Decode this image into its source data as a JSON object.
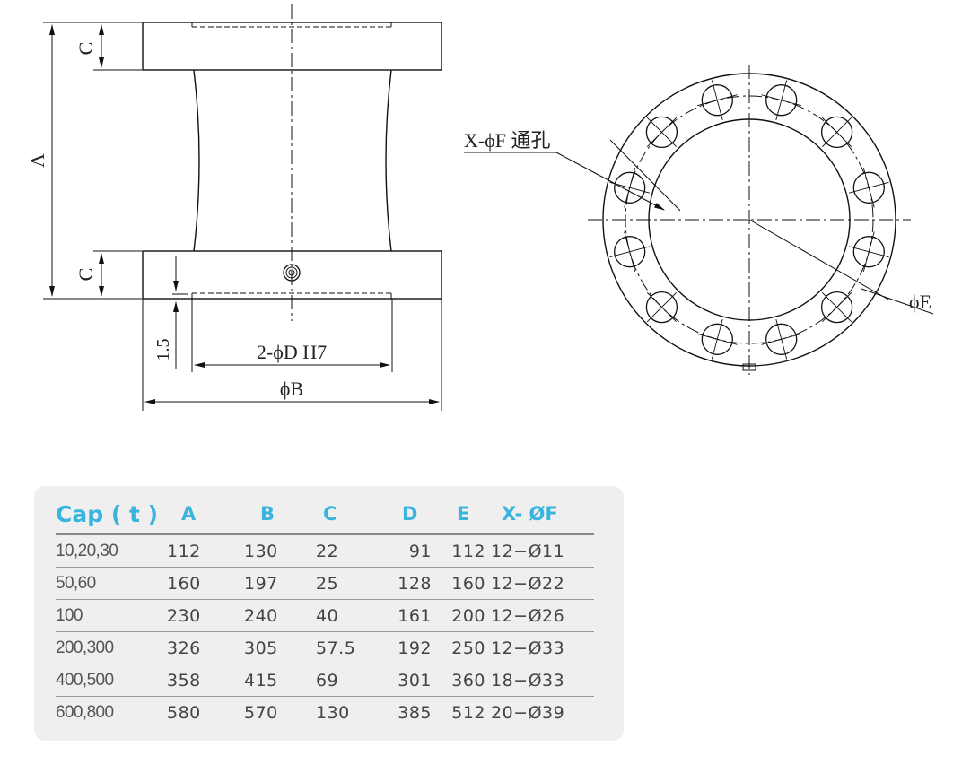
{
  "drawing": {
    "labels": {
      "A": "A",
      "C_top": "C",
      "C_bottom": "C",
      "thickness": "1.5",
      "bore": "2-ϕD H7",
      "diameter_B": "ϕB",
      "holes": "X-ϕF 通孔",
      "diameter_E": "ϕE"
    },
    "flange_hole_count": 12
  },
  "table": {
    "headers": [
      "Cap ( t )",
      "A",
      "B",
      "C",
      "D",
      "E",
      "X- ØF"
    ],
    "rows": [
      [
        "10,20,30",
        "112",
        "130",
        "22",
        "91",
        "112",
        "12−Ø11"
      ],
      [
        "50,60",
        "160",
        "197",
        "25",
        "128",
        "160",
        "12−Ø22"
      ],
      [
        "100",
        "230",
        "240",
        "40",
        "161",
        "200",
        "12−Ø26"
      ],
      [
        "200,300",
        "326",
        "305",
        "57.5",
        "192",
        "250",
        "12−Ø33"
      ],
      [
        "400,500",
        "358",
        "415",
        "69",
        "301",
        "360",
        "18−Ø33"
      ],
      [
        "600,800",
        "580",
        "570",
        "130",
        "385",
        "512",
        "20−Ø39"
      ]
    ]
  }
}
